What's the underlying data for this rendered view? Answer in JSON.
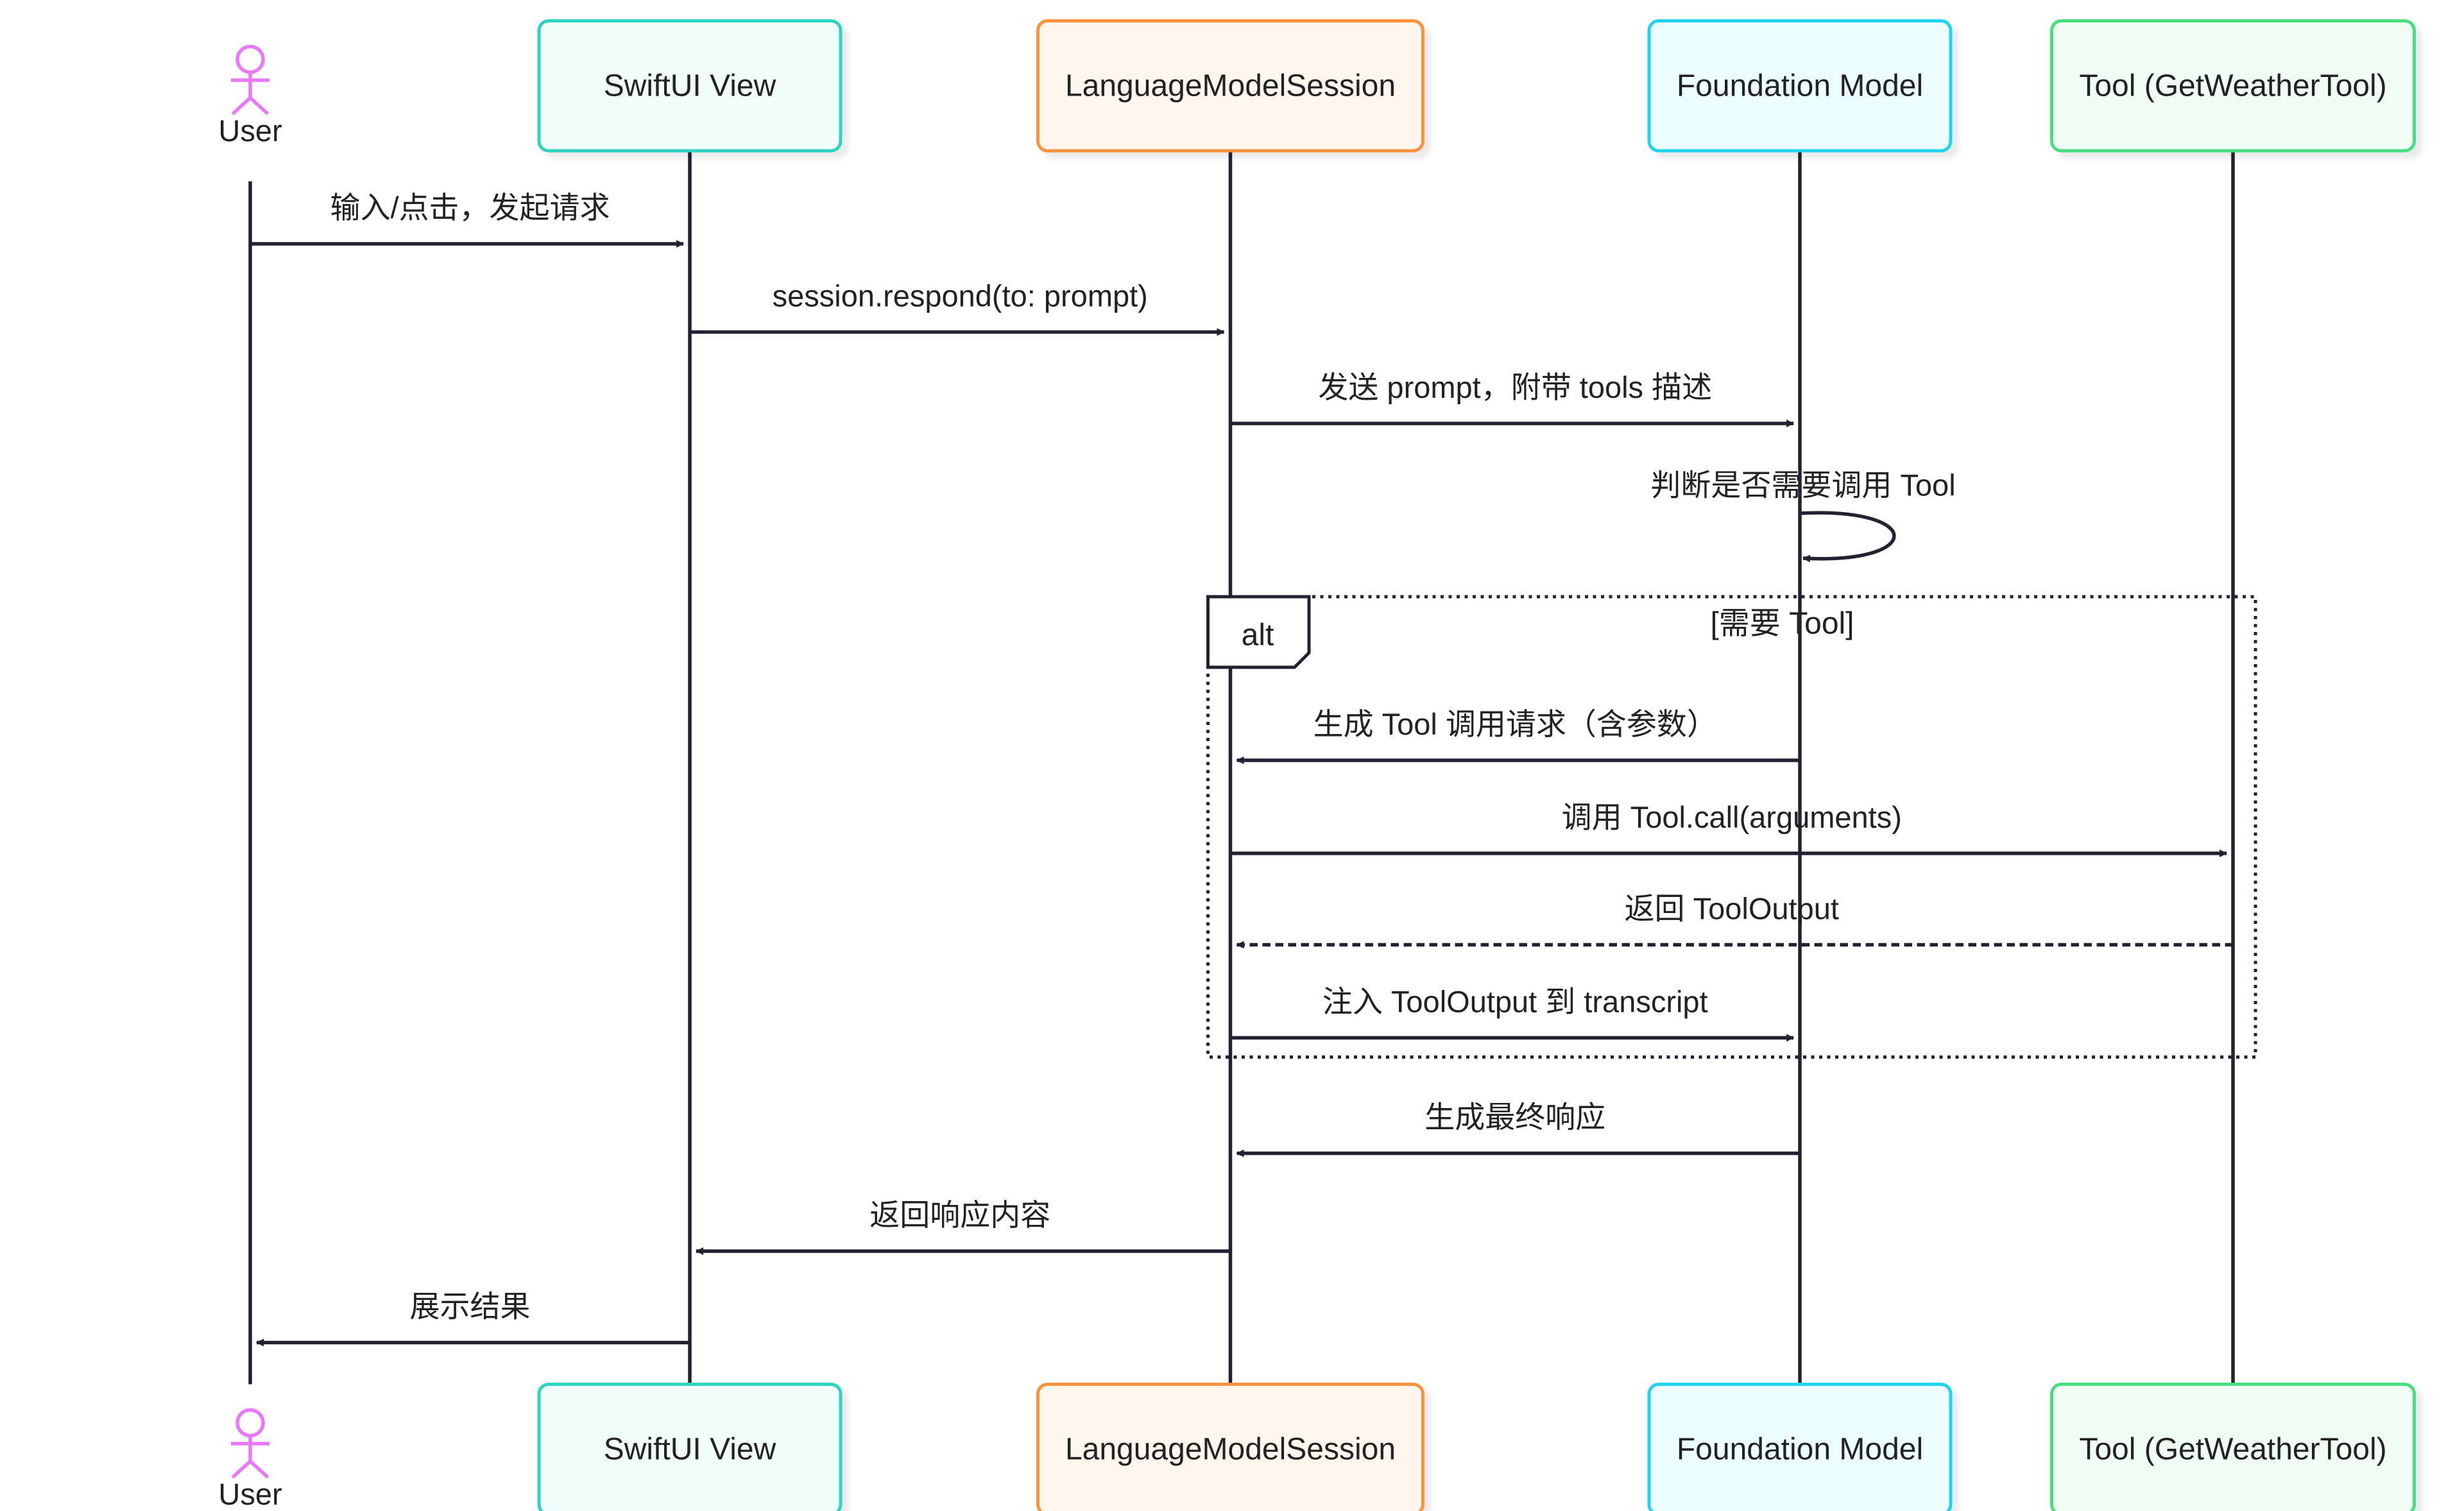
{
  "participants": [
    {
      "key": "user",
      "label": "User",
      "type": "actor",
      "color": "#e879f9"
    },
    {
      "key": "view",
      "label": "SwiftUI View",
      "type": "box",
      "stroke": "#2dd4bf",
      "fill": "#f0fdfa"
    },
    {
      "key": "session",
      "label": "LanguageModelSession",
      "type": "box",
      "stroke": "#fb923c",
      "fill": "#fff7ed"
    },
    {
      "key": "model",
      "label": "Foundation Model",
      "type": "box",
      "stroke": "#22d3ee",
      "fill": "#ecfeff"
    },
    {
      "key": "tool",
      "label": "Tool (GetWeatherTool)",
      "type": "box",
      "stroke": "#4ade80",
      "fill": "#f0fdf4"
    }
  ],
  "messages": [
    {
      "from": "user",
      "to": "view",
      "label": "输入/点击，发起请求",
      "style": "solid"
    },
    {
      "from": "view",
      "to": "session",
      "label": "session.respond(to: prompt)",
      "style": "solid"
    },
    {
      "from": "session",
      "to": "model",
      "label": "发送 prompt，附带 tools 描述",
      "style": "solid"
    },
    {
      "from": "model",
      "to": "model",
      "label": "判断是否需要调用 Tool",
      "style": "self"
    },
    {
      "from": "model",
      "to": "session",
      "label": "生成 Tool 调用请求（含参数）",
      "style": "solid"
    },
    {
      "from": "session",
      "to": "tool",
      "label": "调用 Tool.call(arguments)",
      "style": "solid"
    },
    {
      "from": "tool",
      "to": "session",
      "label": "返回 ToolOutput",
      "style": "dashed"
    },
    {
      "from": "session",
      "to": "model",
      "label": "注入 ToolOutput 到 transcript",
      "style": "solid"
    },
    {
      "from": "model",
      "to": "session",
      "label": "生成最终响应",
      "style": "solid"
    },
    {
      "from": "session",
      "to": "view",
      "label": "返回响应内容",
      "style": "solid"
    },
    {
      "from": "view",
      "to": "user",
      "label": "展示结果",
      "style": "solid"
    }
  ],
  "alt_frame": {
    "keyword": "alt",
    "condition": "[需要 Tool]",
    "covers_messages": [
      4,
      5,
      6,
      7
    ]
  },
  "colors": {
    "line": "#222233",
    "frame": "#222233"
  }
}
